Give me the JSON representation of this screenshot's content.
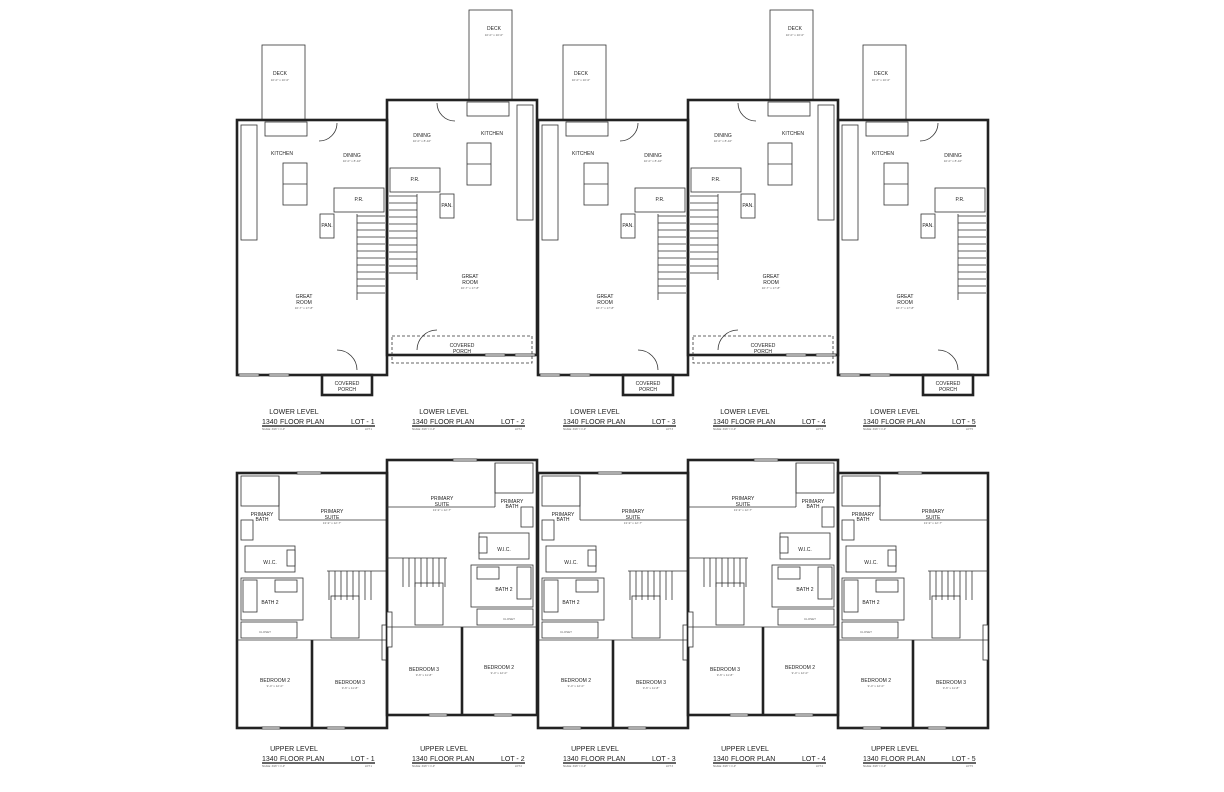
{
  "sheet": {
    "plan_number": "1340",
    "plan_name": "FLOOR PLAN",
    "scale_note": "SCALE: 3/16\" = 1'-0\"",
    "levels": {
      "lower": "LOWER LEVEL",
      "upper": "UPPER LEVEL"
    }
  },
  "units": [
    {
      "lot": "LOT - 1",
      "lot_note": "LOT 1"
    },
    {
      "lot": "LOT - 2",
      "lot_note": "LOT 2"
    },
    {
      "lot": "LOT - 3",
      "lot_note": "LOT 3"
    },
    {
      "lot": "LOT - 4",
      "lot_note": "LOT 4"
    },
    {
      "lot": "LOT - 5",
      "lot_note": "LOT 5"
    }
  ],
  "rooms": {
    "deck": {
      "name": "DECK",
      "dim": "10'-0\" x 10'-0\""
    },
    "kitchen": {
      "name": "KITCHEN"
    },
    "dining": {
      "name": "DINING",
      "dim": "10'-0\" x 8'-10\""
    },
    "powder": {
      "name": "P.R."
    },
    "pantry": {
      "name": "PAN."
    },
    "great_room": {
      "name1": "GREAT",
      "name2": "ROOM",
      "dim": "16'-7\" x 17'-8\""
    },
    "covered_porch": {
      "name1": "COVERED",
      "name2": "PORCH"
    },
    "primary_suite": {
      "name1": "PRIMARY",
      "name2": "SUITE",
      "dim": "13'-9\" x 12'-7\""
    },
    "primary_bath": {
      "name1": "PRIMARY",
      "name2": "BATH"
    },
    "wic": {
      "name": "W.I.C."
    },
    "bath2": {
      "name": "BATH 2"
    },
    "closet": {
      "name": "CLOSET"
    },
    "bedroom2": {
      "name": "BEDROOM 2",
      "dim": "9'-4\" x 12'-0\""
    },
    "bedroom3": {
      "name": "BEDROOM 3",
      "dim": "9'-6\" x 11'-8\""
    }
  }
}
